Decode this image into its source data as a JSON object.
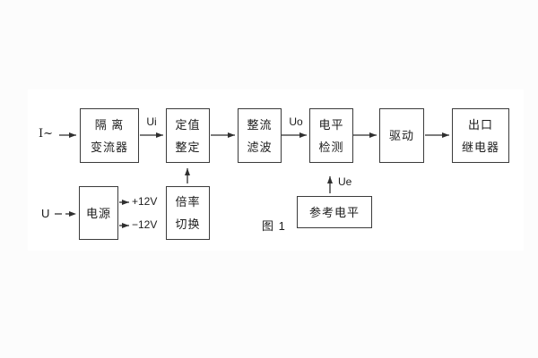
{
  "canvas": {
    "background": "#fcfcfc",
    "surface": "#ffffff",
    "line_color": "#2f2f2f",
    "text_color": "#1c1c1c"
  },
  "caption": "图 1",
  "inputs": {
    "current": "I~",
    "voltage": "U"
  },
  "signals": {
    "ui": "Ui",
    "uo": "Uo",
    "ue": "Ue",
    "plus12v": "+12V",
    "minus12v": "−12V"
  },
  "blocks": {
    "isolation_transformer": {
      "lines": [
        "隔 离",
        "变流器"
      ]
    },
    "setpoint_adjust": {
      "lines": [
        "定值",
        "整定"
      ]
    },
    "rectify_filter": {
      "lines": [
        "整流",
        "滤波"
      ]
    },
    "level_detect": {
      "lines": [
        "电平",
        "检测"
      ]
    },
    "drive": {
      "lines": [
        "驱动"
      ]
    },
    "output_relay": {
      "lines": [
        "出口",
        "继电器"
      ]
    },
    "power_supply": {
      "lines": [
        "电源"
      ]
    },
    "ratio_switch": {
      "lines": [
        "倍率",
        "切换"
      ]
    },
    "reference_level": {
      "lines": [
        "参考电平"
      ]
    }
  }
}
